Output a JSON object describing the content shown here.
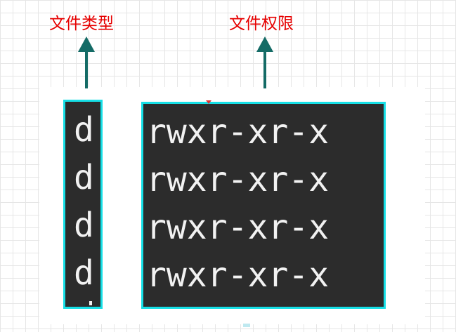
{
  "labels": {
    "file_type": "文件类型",
    "file_permission": "文件权限"
  },
  "file_type_column": {
    "rows": [
      "d",
      "d",
      "d",
      "d"
    ]
  },
  "permission_column": {
    "rows": [
      "rwxr-xr-x",
      "rwxr-xr-x",
      "rwxr-xr-x",
      "rwxr-xr-x"
    ]
  },
  "colors": {
    "label": "#e60000",
    "arrow": "#146b66",
    "highlight_border": "#16dfe6",
    "terminal_bg": "#2c2c2c",
    "terminal_text": "#f2f2f2"
  }
}
